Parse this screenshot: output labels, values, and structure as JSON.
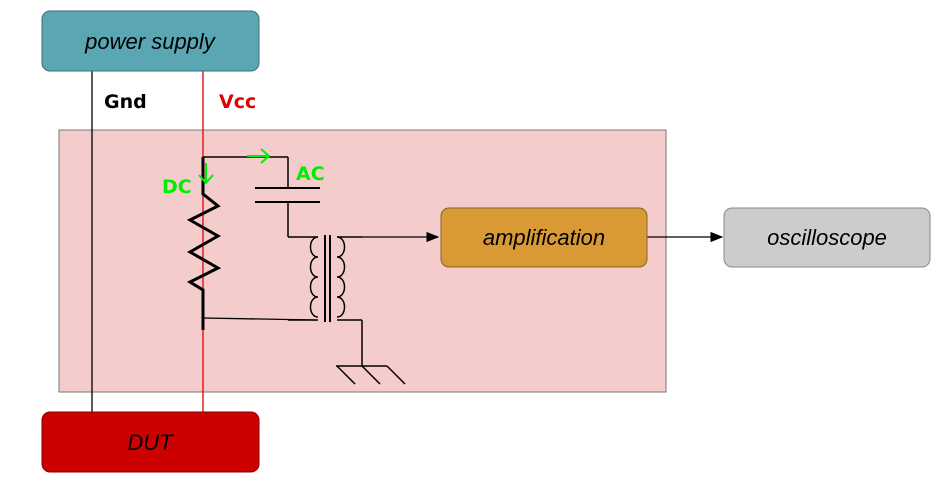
{
  "boxes": {
    "power_supply": "power supply",
    "dut": "DUT",
    "amplification": "amplification",
    "oscilloscope": "oscilloscope"
  },
  "labels": {
    "gnd": "Gnd",
    "vcc": "Vcc",
    "dc": "DC",
    "ac": "AC"
  },
  "colors": {
    "power_supply_fill": "#5aa6b3",
    "dut_fill": "#cc0000",
    "amplification_fill": "#d99a36",
    "oscilloscope_fill": "#cccccc",
    "circuit_area_fill": "#f4cccc",
    "vcc_wire": "#e00000",
    "gnd_wire": "#000000",
    "current_arrows": "#00ee00"
  }
}
